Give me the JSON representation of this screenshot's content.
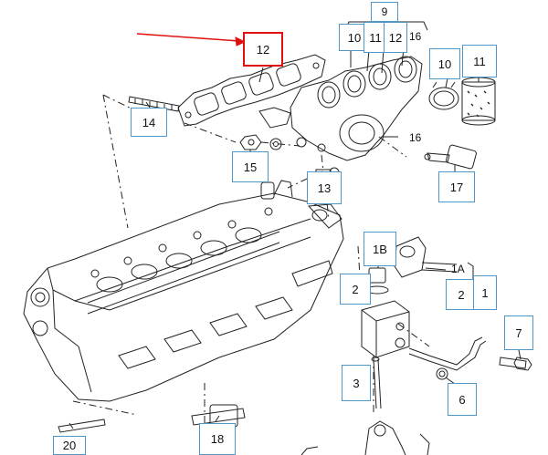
{
  "callouts": {
    "c9": "9",
    "c10_top": "10",
    "c11_top": "11",
    "c12_top": "12",
    "c16_top": "16",
    "c12_gasket": "12",
    "c10_clamp": "10",
    "c11_filter": "11",
    "c14": "14",
    "c15": "15",
    "c16_side": "16",
    "c13": "13",
    "c17": "17",
    "c1B": "1B",
    "c1A": "1A",
    "c2_left": "2",
    "c2_right": "2",
    "c1": "1",
    "c7": "7",
    "c3": "3",
    "c6": "6",
    "c18": "18",
    "c20": "20"
  },
  "colors": {
    "callout_border": "#4f97c8",
    "highlight": "#e01010",
    "line_art": "#222222"
  },
  "highlighted_callout": "12"
}
